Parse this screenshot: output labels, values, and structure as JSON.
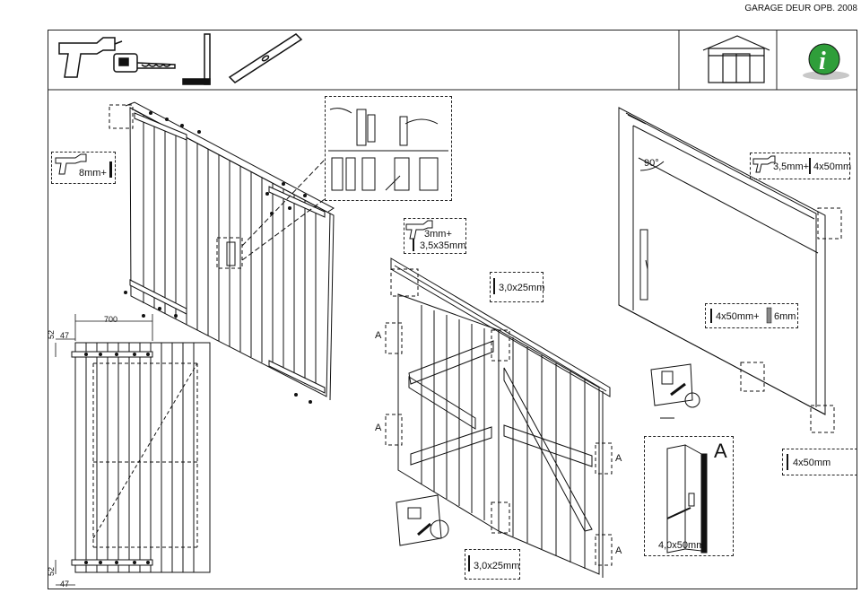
{
  "header": {
    "title": "GARAGE DEUR OPB. 2008"
  },
  "labels": {
    "drill_8mm": "8mm+",
    "drill_3mm": "3mm+",
    "screw_3_5x35": "3,5x35mm",
    "screw_3_0x25_top": "3,0x25mm",
    "screw_3_0x25_bottom": "3,0x25mm",
    "drill_3_5mm": "3,5mm+",
    "screw_4x50_top": "4x50mm",
    "angle_90": "90°",
    "screw_4x50mm_plus": "4x50mm+",
    "bit_6mm": "6mm",
    "screw_4x50_right": "4x50mm",
    "screw_4_0x50": "4,0x50mm",
    "detail_A": "A",
    "marker_A": "A"
  },
  "dimensions": {
    "width_700": "700",
    "offset_47_top": "47",
    "offset_52_top": "52",
    "offset_52_bottom": "52",
    "offset_47_bottom": "47"
  },
  "icons": [
    "drill-icon",
    "tape-measure-icon",
    "square-icon",
    "level-icon",
    "shed-icon",
    "info-icon"
  ],
  "colors": {
    "info_green": "#2f9e3a",
    "ink": "#111111"
  }
}
